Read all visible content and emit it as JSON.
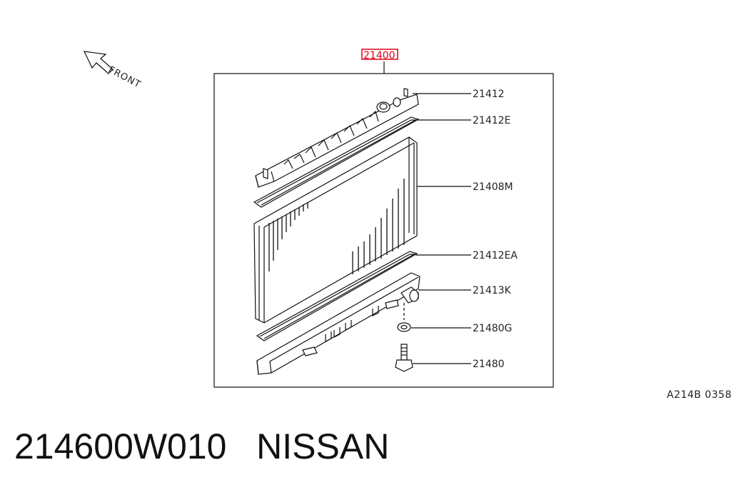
{
  "diagram": {
    "direction_label": "FRONT",
    "highlighted_part": "21400",
    "callouts": [
      {
        "part": "21412"
      },
      {
        "part": "21412E"
      },
      {
        "part": "21408M"
      },
      {
        "part": "21412EA"
      },
      {
        "part": "21413K"
      },
      {
        "part": "21480G"
      },
      {
        "part": "21480"
      }
    ],
    "reference_code": "A214B 0358",
    "highlight_color": "#e0001b"
  },
  "caption": {
    "part_number": "214600W010",
    "brand": "NISSAN"
  }
}
